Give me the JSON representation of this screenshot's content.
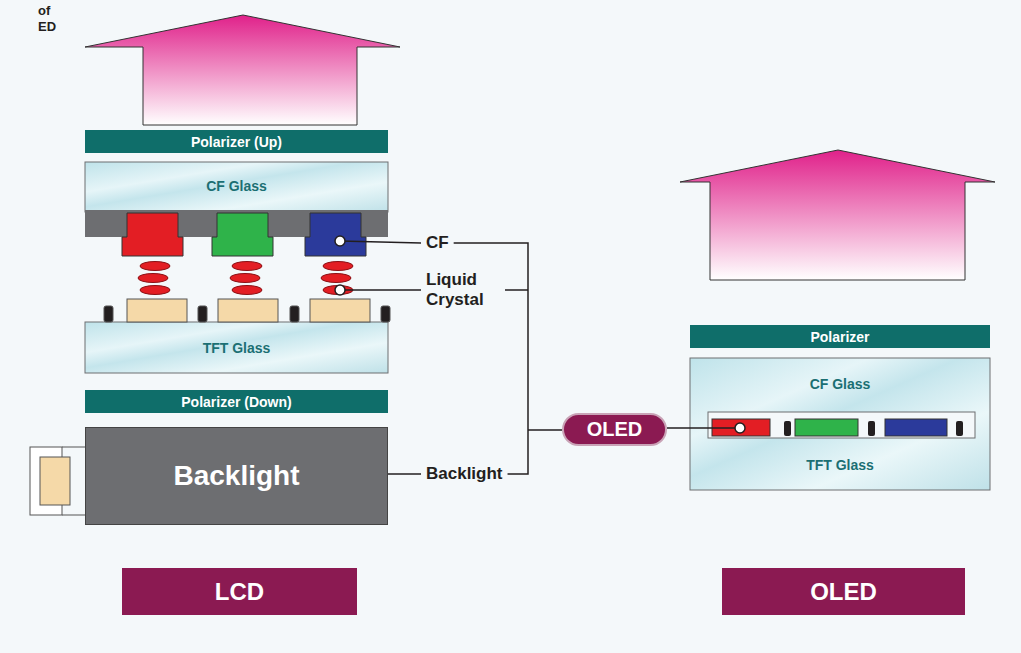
{
  "diagram": {
    "nodes": [
      {
        "text": [
          "Polarizer (Up)"
        ]
      },
      {
        "text": [
          "CF Glass"
        ]
      },
      {
        "text": [
          "TFT Glass"
        ]
      },
      {
        "text": [
          "Polarizer (Down)"
        ]
      },
      {
        "text": [
          "Backlight"
        ]
      },
      {
        "text": [
          "OLED"
        ]
      },
      {
        "text": [
          "Polarizer"
        ]
      },
      {
        "text": [
          "CF Glass"
        ]
      },
      {
        "text": [
          "TFT Glass"
        ]
      },
      {
        "text": [
          "LCD"
        ]
      },
      {
        "text": [
          "OLED"
        ]
      }
    ],
    "labels": [
      "of",
      "ED",
      "CF",
      "Liquid Crystal",
      "Backlight"
    ]
  }
}
